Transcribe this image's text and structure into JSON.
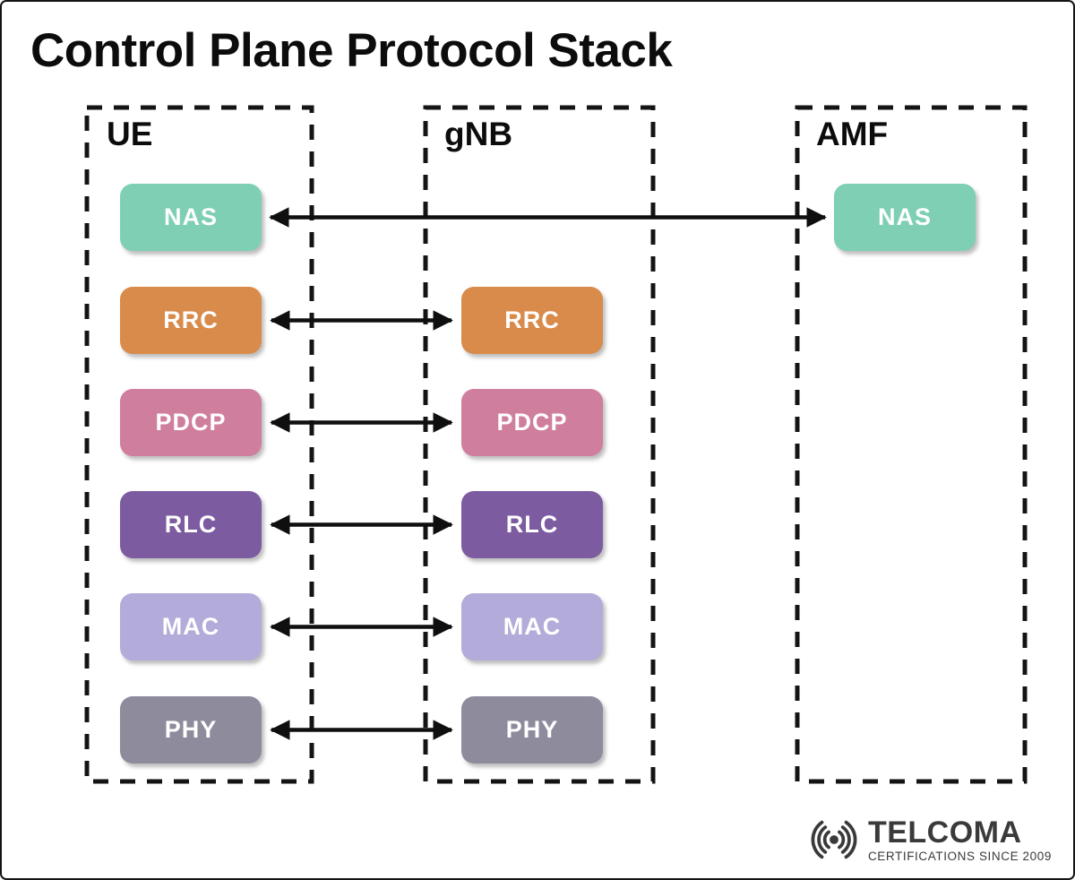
{
  "title": "Control Plane Protocol Stack",
  "columns": [
    {
      "label": "UE",
      "layers": [
        "NAS",
        "RRC",
        "PDCP",
        "RLC",
        "MAC",
        "PHY"
      ]
    },
    {
      "label": "gNB",
      "layers": [
        "RRC",
        "PDCP",
        "RLC",
        "MAC",
        "PHY"
      ]
    },
    {
      "label": "AMF",
      "layers": [
        "NAS"
      ]
    }
  ],
  "layer_colors": {
    "NAS": "#7ECFB4",
    "RRC": "#D98B4B",
    "PDCP": "#D07E9D",
    "RLC": "#7D5BA0",
    "MAC": "#B3ABD9",
    "PHY": "#8E8B9D"
  },
  "connections": [
    {
      "from": "UE NAS",
      "to": "AMF NAS",
      "style": "bidirectional-arrow"
    },
    {
      "from": "UE RRC",
      "to": "gNB RRC",
      "style": "bidirectional-arrow"
    },
    {
      "from": "UE PDCP",
      "to": "gNB PDCP",
      "style": "bidirectional-arrow"
    },
    {
      "from": "UE RLC",
      "to": "gNB RLC",
      "style": "bidirectional-arrow"
    },
    {
      "from": "UE MAC",
      "to": "gNB MAC",
      "style": "bidirectional-arrow"
    },
    {
      "from": "UE PHY",
      "to": "gNB PHY",
      "style": "bidirectional-arrow"
    }
  ],
  "footer_logo": {
    "icon": "radio-waves-icon",
    "brand": "TELCOMA",
    "tagline": "CERTIFICATIONS SINCE 2009",
    "color": "#3a3a3a"
  },
  "colors": {
    "frame_border": "#141414",
    "dashed_border": "#141414",
    "arrow": "#0f0f0f",
    "box_text": "#ffffff",
    "background": "#ffffff"
  }
}
